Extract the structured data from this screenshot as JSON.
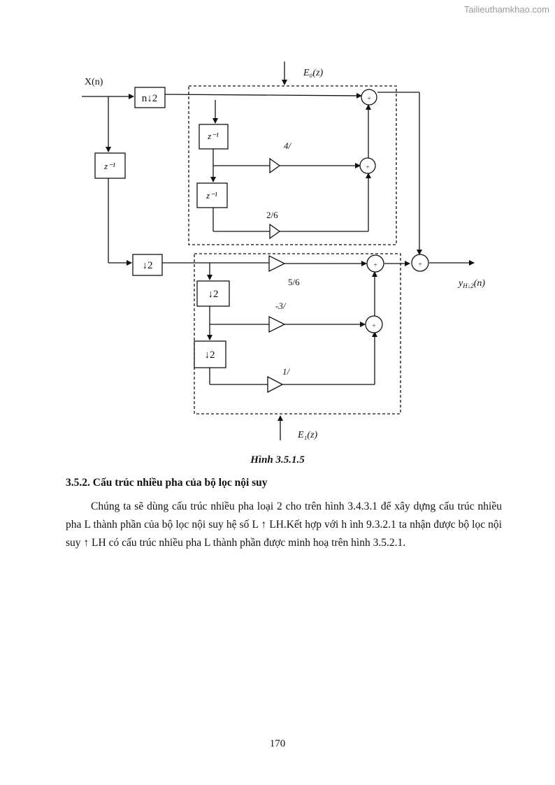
{
  "header": {
    "watermark": "Tailieuthamkhao.com"
  },
  "diagram": {
    "input_label": "X(n)",
    "output_label": "y_{H↓2}(n)",
    "output_main": "y",
    "output_sub": "H↓2",
    "output_tail": "(n)",
    "e0_label": "E₀(z)",
    "e1_label": "E₁(z)",
    "blocks": {
      "downsample_top": "n↓2",
      "delay_left": "z⁻¹",
      "downsample_bottom": "↓2",
      "delay_e0_1": "z⁻¹",
      "delay_e0_2": "z⁻¹",
      "delay_e1_1": "↓2",
      "delay_e1_2": "↓2"
    },
    "gains": {
      "e0_g1": "4/",
      "e0_g2": "2/6",
      "e1_g1": "5/6",
      "e1_g2": "-3/",
      "e1_g3": "1/"
    },
    "sum_symbol": "+"
  },
  "figure": {
    "caption": "Hình 3.5.1.5"
  },
  "section": {
    "heading": "3.5.2. Cấu trúc nhiều pha của bộ lọc nội suy",
    "paragraph": "Chúng ta sẽ dùng cấu trúc nhiều pha loại 2 cho trên hình 3.4.3.1 để xây dựng cấu trúc nhiều pha L thành phần của bộ lọc nội suy hệ số L ↑ LH.Kết hợp với h ình 9.3.2.1 ta nhận được bộ lọc nội suy ↑ LH có cấu trúc nhiều pha L thành phần được minh hoạ trên hình 3.5.2.1."
  },
  "footer": {
    "page_number": "170"
  }
}
